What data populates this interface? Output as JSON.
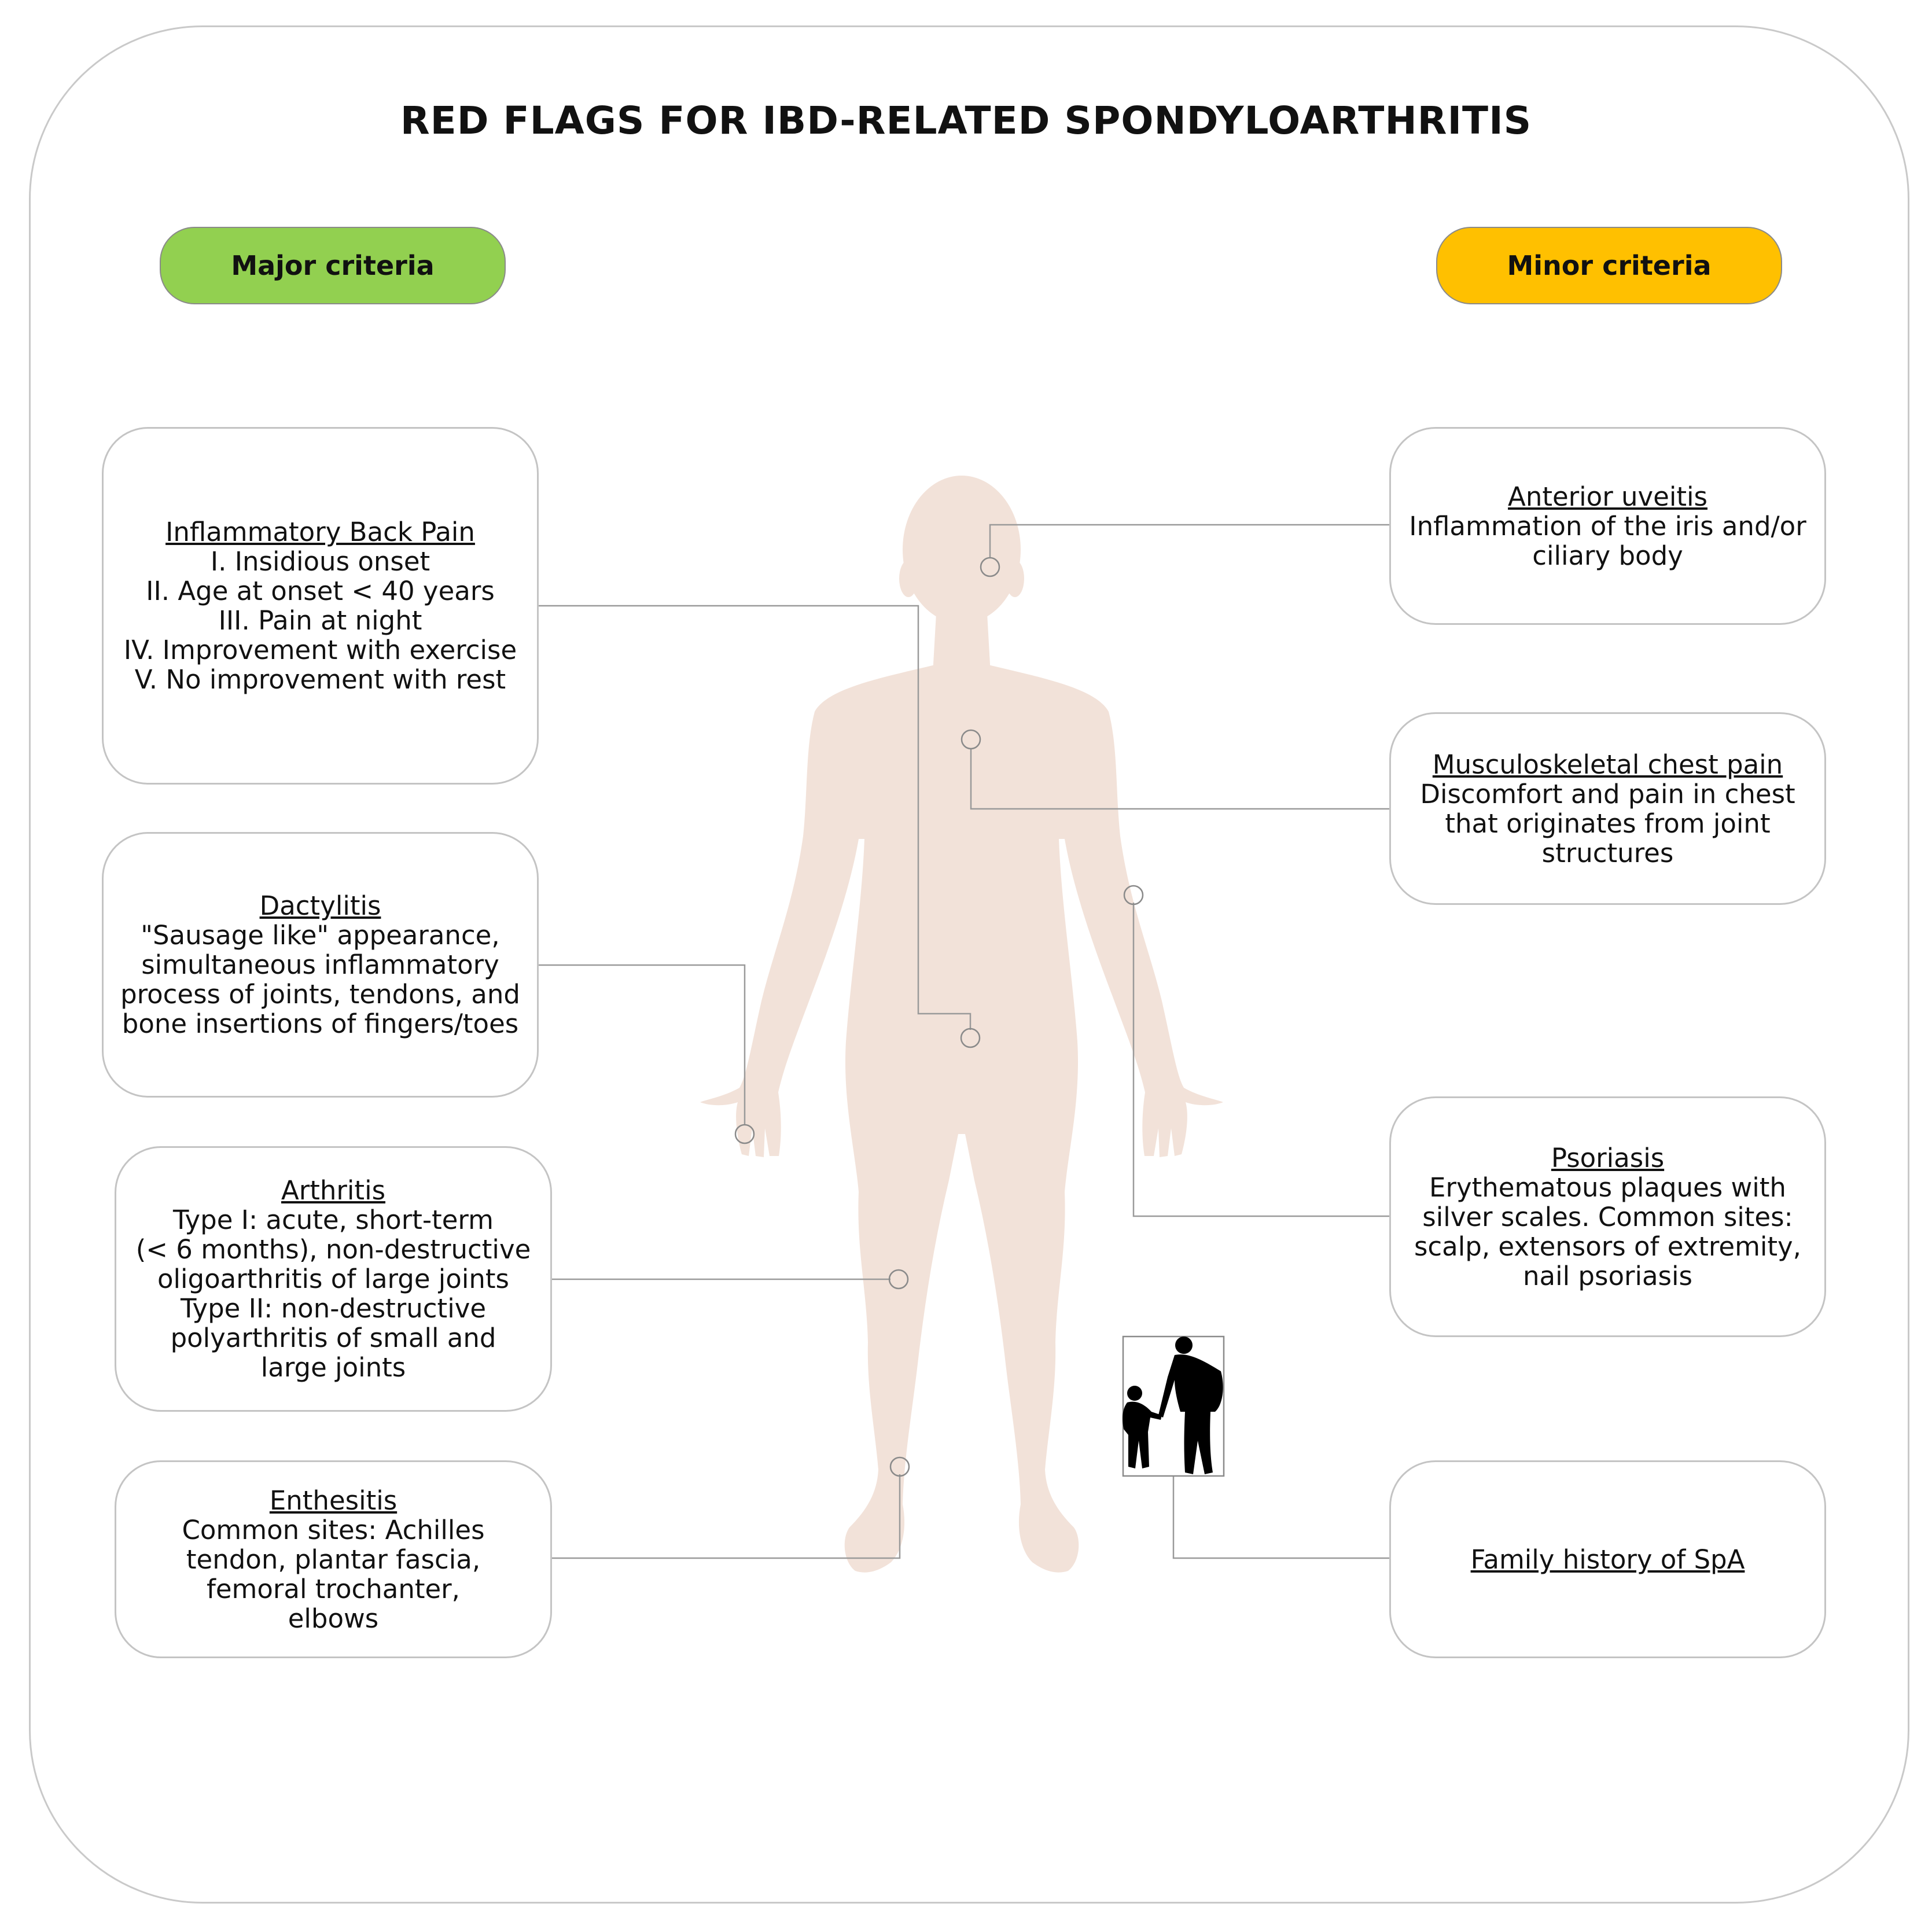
{
  "title": "RED FLAGS FOR IBD-RELATED SPONDYLOARTHRITIS",
  "colors": {
    "major": "#92d050",
    "minor": "#ffc000",
    "body": "#f2e2d9",
    "connector": "#9a9a9a"
  },
  "major": {
    "label": "Major criteria",
    "items": [
      {
        "heading": "Inflammatory Back Pain",
        "lines": [
          "I. Insidious onset",
          "II. Age at onset < 40 years",
          "III. Pain at night",
          "IV. Improvement with exercise",
          "V. No improvement with rest"
        ]
      },
      {
        "heading": "Dactylitis",
        "lines": [
          "\"Sausage like\" appearance,",
          "simultaneous inflammatory",
          "process of joints, tendons, and",
          "bone insertions of fingers/toes"
        ]
      },
      {
        "heading": "Arthritis",
        "lines": [
          "Type I: acute, short-term",
          "(< 6 months), non-destructive",
          "oligoarthritis of large joints",
          "Type II: non-destructive",
          "polyarthritis of small and",
          "large joints"
        ]
      },
      {
        "heading": "Enthesitis",
        "lines": [
          "Common sites: Achilles",
          "tendon, plantar fascia,",
          "femoral trochanter,",
          "elbows"
        ]
      }
    ]
  },
  "minor": {
    "label": "Minor criteria",
    "items": [
      {
        "heading": "Anterior uveitis",
        "lines": [
          "Inflammation of the iris and/or",
          "ciliary body"
        ]
      },
      {
        "heading": "Musculoskeletal chest pain",
        "lines": [
          "Discomfort and pain in chest",
          "that originates from joint",
          "structures"
        ]
      },
      {
        "heading": "Psoriasis",
        "lines": [
          "Erythematous plaques with",
          "silver scales. Common sites:",
          "scalp, extensors of extremity,",
          "nail psoriasis"
        ]
      },
      {
        "heading": "Family history of SpA",
        "lines": []
      }
    ]
  }
}
